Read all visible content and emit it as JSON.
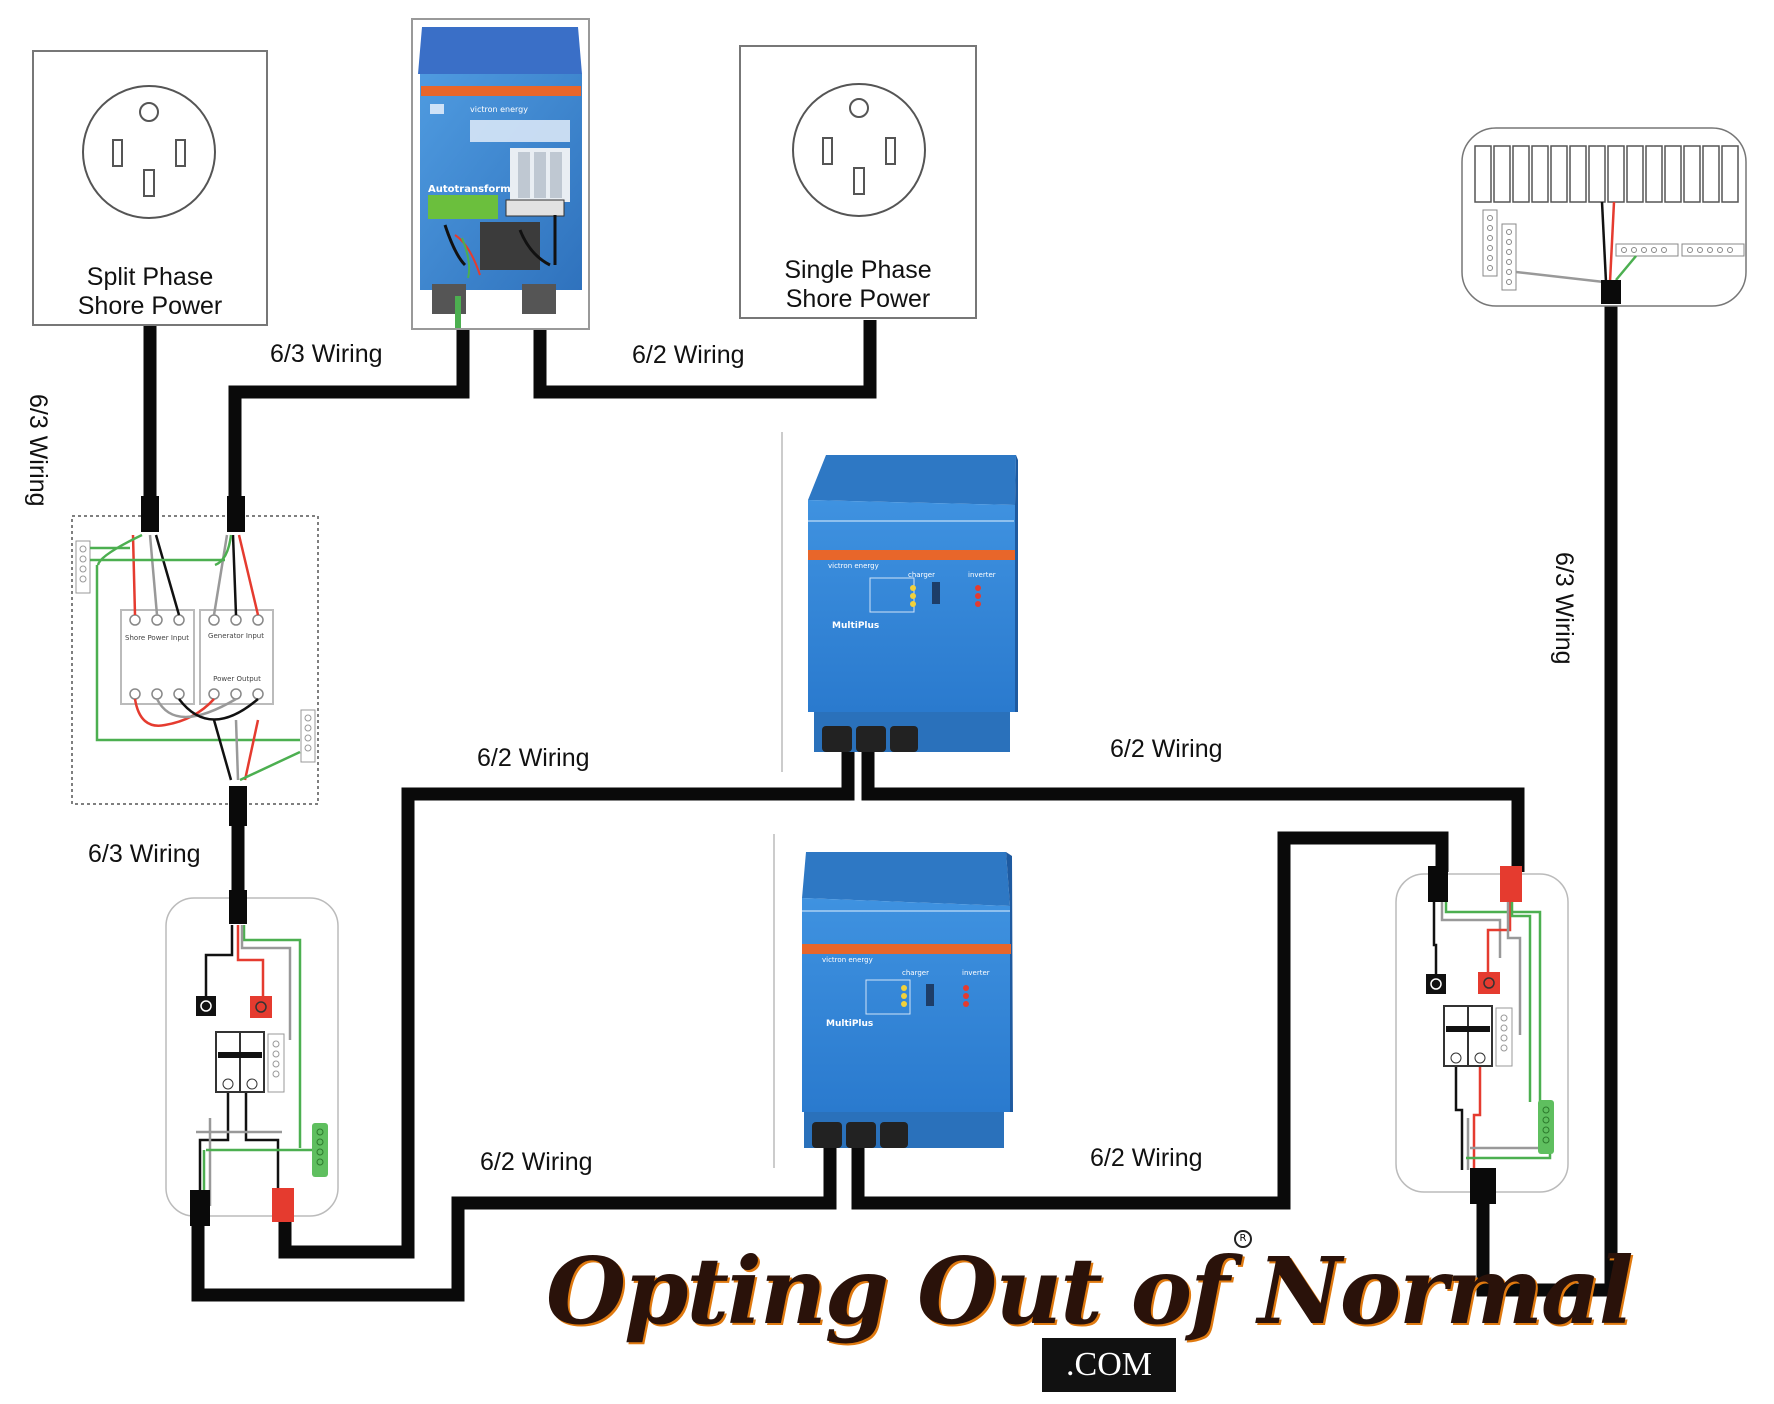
{
  "receptacles": {
    "split_phase": {
      "line1": "Split Phase",
      "line2": "Shore Power"
    },
    "single_phase": {
      "line1": "Single Phase",
      "line2": "Shore Power"
    }
  },
  "autotransformer": {
    "brand": "victron energy",
    "label": "Autotransform"
  },
  "transfer_switch": {
    "shore_input": "Shore Power Input",
    "generator_input": "Generator Input",
    "power_output": "Power Output"
  },
  "inverters": [
    {
      "brand": "victron energy",
      "model": "MultiPlus",
      "charger": "charger",
      "inverter": "inverter"
    },
    {
      "brand": "victron energy",
      "model": "MultiPlus",
      "charger": "charger",
      "inverter": "inverter"
    }
  ],
  "wiring_labels": {
    "split_to_ts": "6/3 Wiring",
    "ts_to_auto": "6/3 Wiring",
    "auto_to_single": "6/2 Wiring",
    "ts_to_left_panel": "6/3 Wiring",
    "left_to_inv1": "6/2 Wiring",
    "inv1_to_right": "6/2 Wiring",
    "left_to_inv2": "6/2 Wiring",
    "inv2_to_right": "6/2 Wiring",
    "right_to_main": "6/3 Wiring"
  },
  "brand": {
    "name": "Opting Out of Normal",
    "suffix": ".COM",
    "registered": "R"
  },
  "colors": {
    "victron_blue": "#3d86cf",
    "victron_orange": "#e8662a",
    "hot_red": "#e53b2f",
    "ground_green": "#4caf50",
    "wire_black": "#0a0a0a"
  }
}
